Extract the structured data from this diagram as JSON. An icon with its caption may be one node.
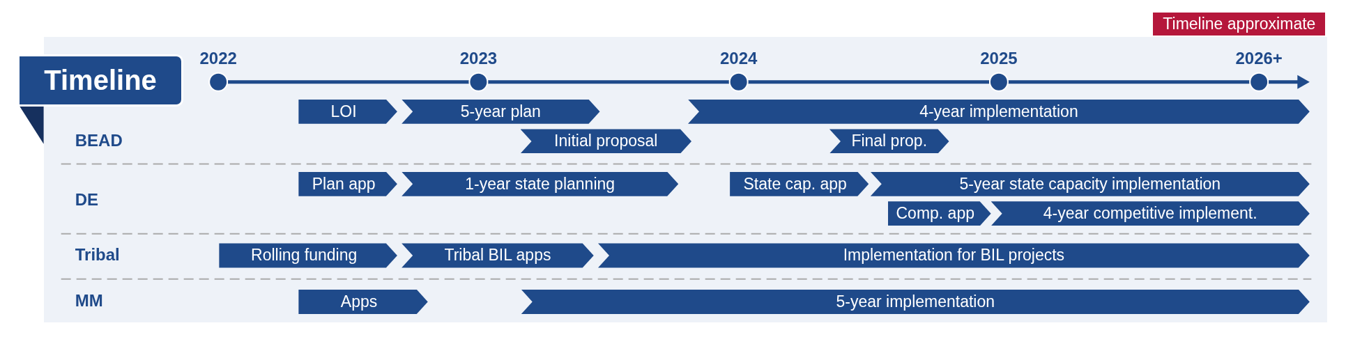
{
  "diagram": {
    "nodes": [
      {
        "text": [
          "Timeline"
        ]
      },
      {
        "text": [
          "LOI"
        ]
      },
      {
        "text": [
          "5-year plan"
        ]
      },
      {
        "text": [
          "4-year implementation"
        ]
      },
      {
        "text": [
          "Initial proposal"
        ]
      },
      {
        "text": [
          "Final prop."
        ]
      },
      {
        "text": [
          "Plan app"
        ]
      },
      {
        "text": [
          "1-year state planning"
        ]
      },
      {
        "text": [
          "State cap. app"
        ]
      },
      {
        "text": [
          "5-year state capacity implementation"
        ]
      },
      {
        "text": [
          "Comp. app"
        ]
      },
      {
        "text": [
          "4-year competitive implement."
        ]
      },
      {
        "text": [
          "Rolling funding"
        ]
      },
      {
        "text": [
          "Tribal BIL apps"
        ]
      },
      {
        "text": [
          "Implementation for BIL projects"
        ]
      },
      {
        "text": [
          "Apps"
        ]
      },
      {
        "text": [
          "5-year implementation"
        ]
      }
    ],
    "edges": [],
    "labels": [
      "Timeline approximate",
      "2022",
      "2023",
      "2024",
      "2025",
      "2026+",
      "BEAD",
      "DE",
      "Tribal",
      "MM"
    ]
  }
}
